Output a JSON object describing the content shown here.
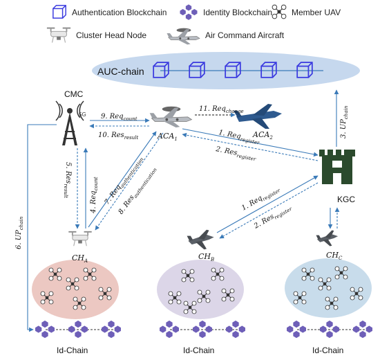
{
  "legend": {
    "auth_blockchain": "Authentication Blockchain",
    "identity_blockchain": "Identity Blockchain",
    "member_uav": "Member UAV",
    "cluster_head": "Cluster Head Node",
    "air_command": "Air Command Aircraft"
  },
  "nodes": {
    "auc_chain": "AUC-chain",
    "cmc": "CMC",
    "cmc_5g": "5G",
    "kgc": "KGC",
    "aca1": {
      "base": "ACA",
      "sub": "1"
    },
    "aca2": {
      "base": "ACA",
      "sub": "2"
    },
    "cha": {
      "base": "CH",
      "sub": "A"
    },
    "chb": {
      "base": "CH",
      "sub": "B"
    },
    "chc": {
      "base": "CH",
      "sub": "C"
    }
  },
  "chains": {
    "id_chain_a": "Id-Chain",
    "id_chain_b": "Id-Chain",
    "id_chain_c": "Id-Chain"
  },
  "messages": {
    "m9": {
      "num": "9. ",
      "base": "Req",
      "sub": "count"
    },
    "m10": {
      "num": "10. ",
      "base": "Res",
      "sub": "result"
    },
    "m11": {
      "num": "11. ",
      "base": "Req",
      "sub": "change"
    },
    "m1a": {
      "num": "1. ",
      "base": "Req",
      "sub": "register"
    },
    "m2a": {
      "num": "2. ",
      "base": "Res",
      "sub": "register"
    },
    "m3": {
      "num": "3. ",
      "base": "UP",
      "sub": "chain"
    },
    "m4": {
      "num": "4. ",
      "base": "Req",
      "sub": "count"
    },
    "m5": {
      "num": "5. ",
      "base": "Res",
      "sub": "result"
    },
    "m6": {
      "num": "6. ",
      "base": "UP",
      "sub": "chain"
    },
    "m7": {
      "num": "7. ",
      "base": "Req",
      "sub": "authentication"
    },
    "m8": {
      "num": "8. ",
      "base": "Res",
      "sub": "authentication"
    },
    "m1b": {
      "num": "1. ",
      "base": "Req",
      "sub": "register"
    },
    "m2b": {
      "num": "2. ",
      "base": "Res",
      "sub": "register"
    }
  },
  "colors": {
    "arrow": "#3a7ab8",
    "auc_ellipse": "#c6d8ee",
    "cluster_a": "#ecc8c2",
    "cluster_b": "#dcd6e8",
    "cluster_c": "#c8dceb",
    "hex_block": "#6e5fb8",
    "cube": "#3a3adf",
    "kgc": "#2b4a2d"
  }
}
